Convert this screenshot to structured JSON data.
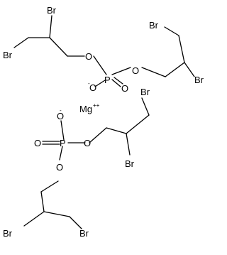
{
  "atoms": {
    "br": "Br",
    "o": "O",
    "p": "P",
    "o_minus": "-",
    "metal": "Mg",
    "metal_charge": "++"
  }
}
